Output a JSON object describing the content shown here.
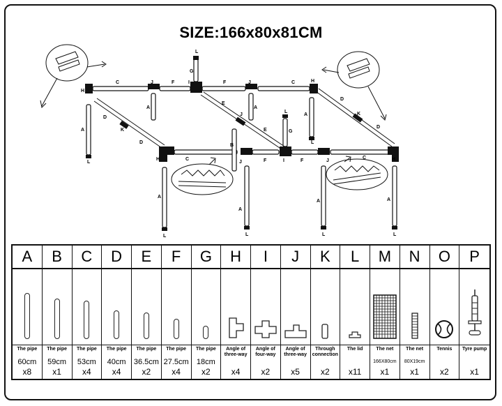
{
  "title": "SIZE:166x80x81CM",
  "diagram_labels": {
    "pipes": [
      "A",
      "A",
      "A",
      "A",
      "A",
      "A",
      "A",
      "B",
      "C",
      "C",
      "C",
      "C",
      "D",
      "D",
      "D",
      "D",
      "E",
      "E",
      "F",
      "F",
      "F",
      "F",
      "G",
      "G"
    ],
    "joints": [
      "H",
      "H",
      "H",
      "H",
      "I",
      "I",
      "J",
      "J",
      "J",
      "J",
      "J",
      "K",
      "K",
      "L",
      "L",
      "L",
      "L",
      "L",
      "L",
      "L",
      "L",
      "L"
    ]
  },
  "parts": [
    {
      "letter": "A",
      "name": "The pipe",
      "size": "60cm",
      "qty": "x8",
      "icon": "pipe-icon",
      "tube_len": 110
    },
    {
      "letter": "B",
      "name": "The pipe",
      "size": "59cm",
      "qty": "x1",
      "icon": "pipe-icon",
      "tube_len": 96
    },
    {
      "letter": "C",
      "name": "The pipe",
      "size": "53cm",
      "qty": "x4",
      "icon": "pipe-icon",
      "tube_len": 92
    },
    {
      "letter": "D",
      "name": "The pipe",
      "size": "40cm",
      "qty": "x4",
      "icon": "pipe-icon",
      "tube_len": 68
    },
    {
      "letter": "E",
      "name": "The pipe",
      "size": "36.5cm",
      "qty": "x2",
      "icon": "pipe-icon",
      "tube_len": 64
    },
    {
      "letter": "F",
      "name": "The pipe",
      "size": "27.5cm",
      "qty": "x4",
      "icon": "pipe-icon",
      "tube_len": 48
    },
    {
      "letter": "G",
      "name": "The pipe",
      "size": "18cm",
      "qty": "x2",
      "icon": "pipe-icon",
      "tube_len": 32
    },
    {
      "letter": "H",
      "name": "Angle of three-way",
      "size": "",
      "qty": "x4",
      "icon": "three-way-angle-icon"
    },
    {
      "letter": "I",
      "name": "Angle of four-way",
      "size": "",
      "qty": "x2",
      "icon": "four-way-angle-icon"
    },
    {
      "letter": "J",
      "name": "Angle of three-way",
      "size": "",
      "qty": "x5",
      "icon": "tee-joint-icon"
    },
    {
      "letter": "K",
      "name": "Through connection",
      "size": "",
      "qty": "x2",
      "icon": "through-connector-icon"
    },
    {
      "letter": "L",
      "name": "The lid",
      "size": "",
      "qty": "x11",
      "icon": "lid-icon"
    },
    {
      "letter": "M",
      "name": "The net",
      "size": "166X80cm",
      "qty": "x1",
      "icon": "net-icon"
    },
    {
      "letter": "N",
      "name": "The net",
      "size": "80X19cm",
      "qty": "x1",
      "icon": "small-net-icon"
    },
    {
      "letter": "O",
      "name": "Tennis",
      "size": "",
      "qty": "x2",
      "icon": "tennis-ball-icon"
    },
    {
      "letter": "P",
      "name": "Tyre pump",
      "size": "",
      "qty": "x1",
      "icon": "tyre-pump-icon"
    }
  ]
}
